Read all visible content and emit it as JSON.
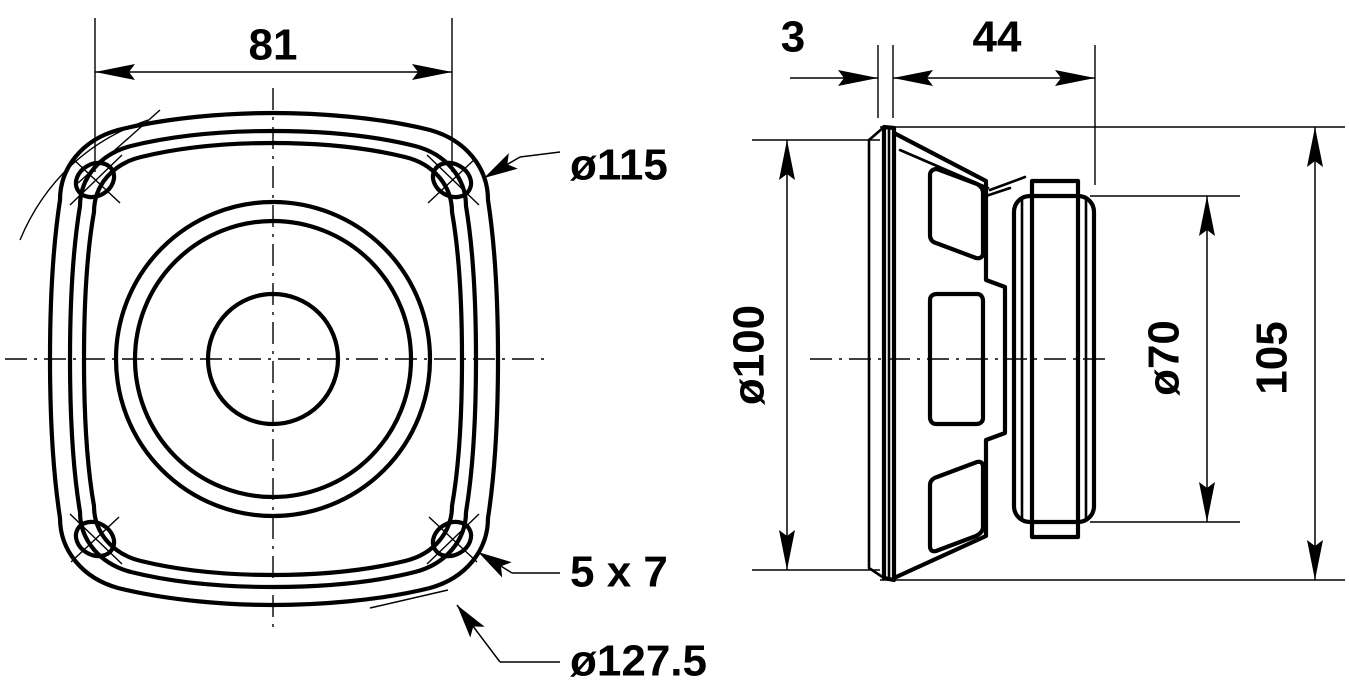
{
  "drawing": {
    "title": "Loudspeaker dimensional drawing",
    "units": "mm",
    "line_color": "#000000",
    "background_color": "#ffffff"
  },
  "views": {
    "front": {
      "name": "front-view",
      "description": "Square frame loudspeaker front view with four mounting holes and concentric cone rings"
    },
    "side": {
      "name": "side-section-view",
      "description": "Side cross-section of loudspeaker showing basket, windows and magnet assembly"
    }
  },
  "dimensions": {
    "bolt_spacing": {
      "label": "81",
      "view": "front",
      "orientation": "horizontal",
      "value": 81
    },
    "cutout_diameter": {
      "label": "ø115",
      "view": "front",
      "orientation": "leader",
      "value": 115
    },
    "hole_size": {
      "label": "5 x 7",
      "view": "front",
      "orientation": "leader",
      "value": "5 x 7"
    },
    "frame_diameter": {
      "label": "ø127.5",
      "view": "front",
      "orientation": "leader",
      "value": 127.5
    },
    "flange_thickness": {
      "label": "3",
      "view": "side",
      "orientation": "horizontal",
      "value": 3
    },
    "depth": {
      "label": "44",
      "view": "side",
      "orientation": "horizontal",
      "value": 44
    },
    "cone_diameter": {
      "label": "ø100",
      "view": "side",
      "orientation": "vertical",
      "value": 100
    },
    "magnet_diameter": {
      "label": "ø70",
      "view": "side",
      "orientation": "vertical",
      "value": 70
    },
    "overall_height": {
      "label": "105",
      "view": "side",
      "orientation": "vertical",
      "value": 105
    }
  }
}
